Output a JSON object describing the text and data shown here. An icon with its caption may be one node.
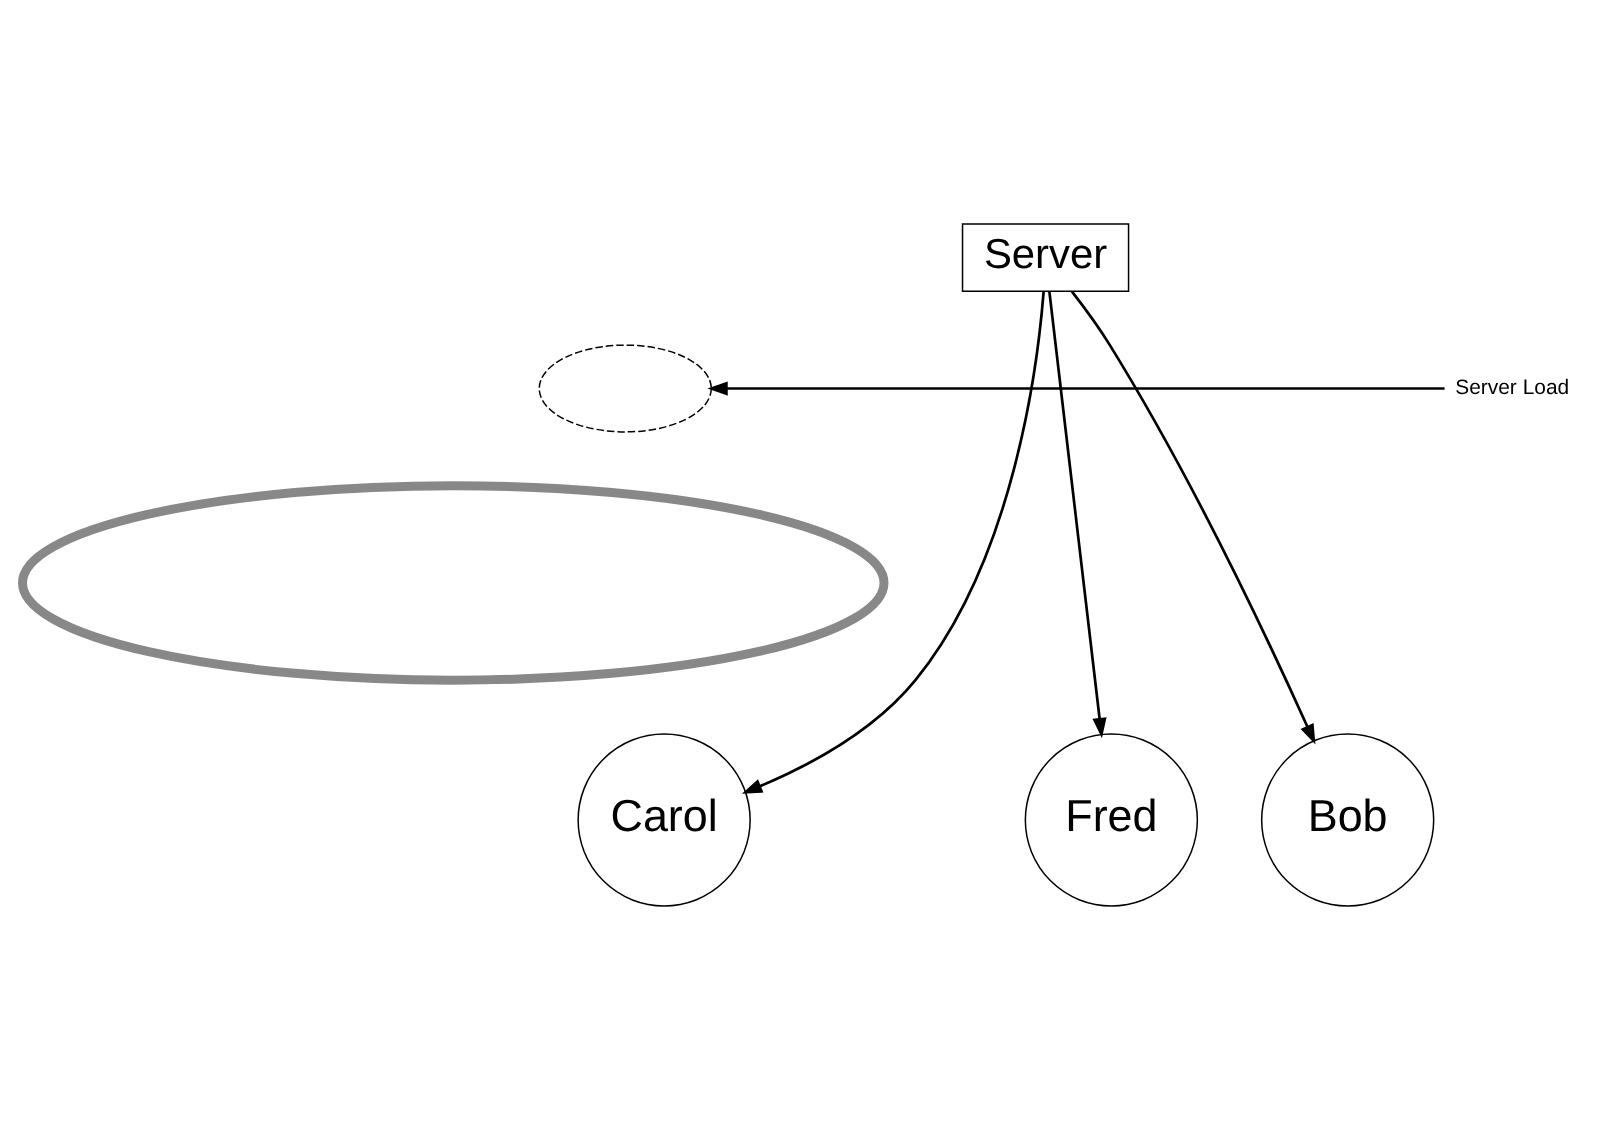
{
  "diagram": {
    "nodes": [
      {
        "text": [
          "Server"
        ]
      },
      {
        "text": [],
        "shape": "ellipse"
      },
      {
        "text": [
          "Server Load"
        ]
      },
      {
        "text": [],
        "shape": "cloud"
      },
      {
        "text": [
          "Carol"
        ]
      },
      {
        "text": [
          "Fred"
        ]
      },
      {
        "text": [
          "Bob"
        ]
      }
    ],
    "edges": [
      {
        "from": 0,
        "to": 4,
        "arrow": "to"
      },
      {
        "from": 0,
        "to": 5,
        "arrow": "to"
      },
      {
        "from": 0,
        "to": 6,
        "arrow": "to"
      },
      {
        "from": 2,
        "to": 1,
        "arrow": "to"
      }
    ]
  }
}
